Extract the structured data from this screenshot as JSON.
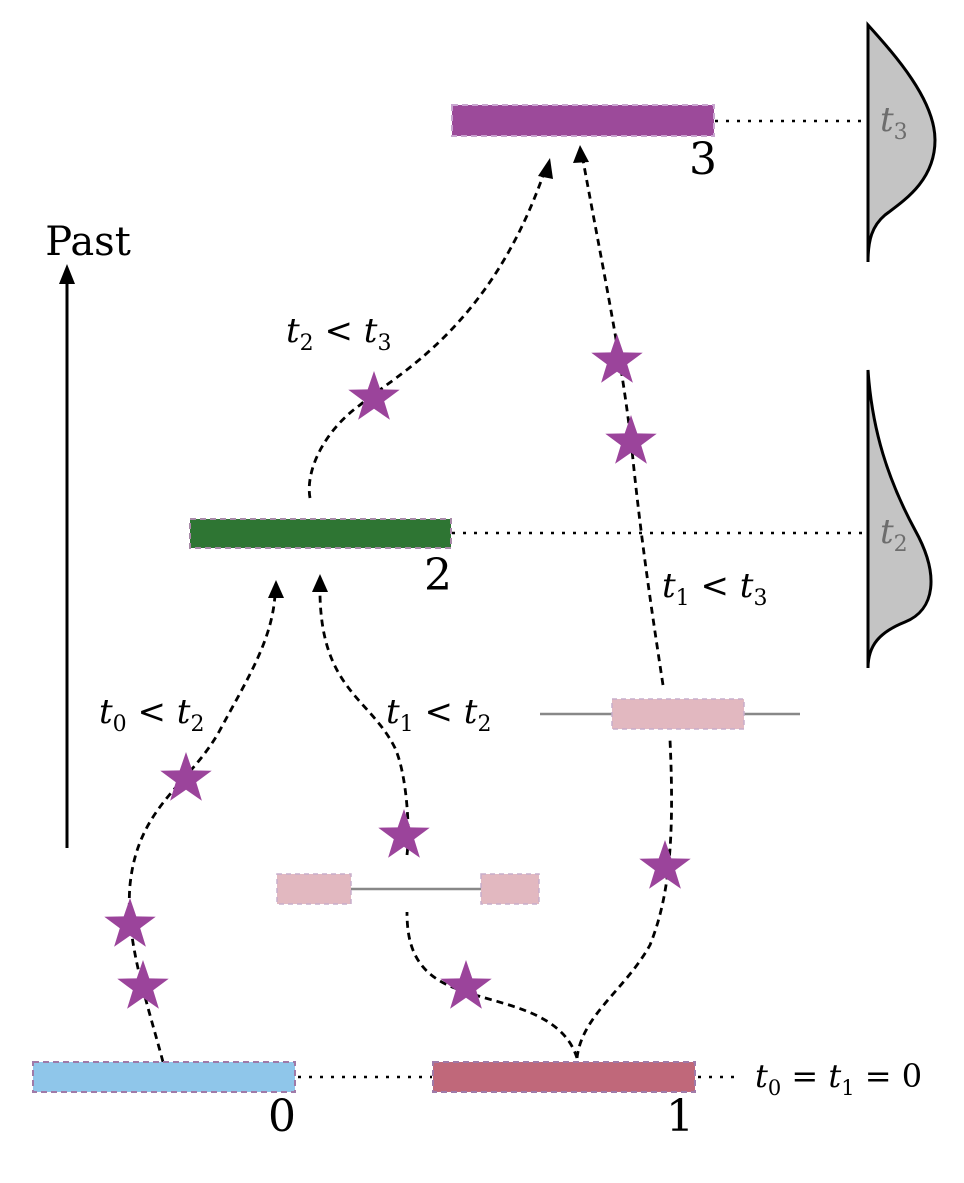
{
  "axis": {
    "label": "Past"
  },
  "colors": {
    "node_0": "#8fc6ea",
    "node_1": "#c0687a",
    "node_2": "#2e7533",
    "node_3": "#9c4a9a",
    "ghost": "#e2b8c0",
    "star": "#9b449b",
    "gaussian_fill": "#c4c4c4",
    "border": "#a07aa8"
  },
  "nodes": {
    "n0": {
      "label": "0"
    },
    "n1": {
      "label": "1"
    },
    "n2": {
      "label": "2"
    },
    "n3": {
      "label": "3"
    }
  },
  "equations": {
    "base": {
      "a": "t",
      "a_sub": "0",
      "b": "t",
      "b_sub": "1",
      "tail": " = 0"
    },
    "t0_lt_t2": {
      "a": "t",
      "a_sub": "0",
      "op": " < ",
      "b": "t",
      "b_sub": "2"
    },
    "t1_lt_t2": {
      "a": "t",
      "a_sub": "1",
      "op": " < ",
      "b": "t",
      "b_sub": "2"
    },
    "t1_lt_t3": {
      "a": "t",
      "a_sub": "1",
      "op": " < ",
      "b": "t",
      "b_sub": "3"
    },
    "t2_lt_t3": {
      "a": "t",
      "a_sub": "2",
      "op": " < ",
      "b": "t",
      "b_sub": "3"
    }
  },
  "distributions": {
    "t2": {
      "var": "t",
      "sub": "2"
    },
    "t3": {
      "var": "t",
      "sub": "3"
    }
  },
  "icons": {
    "mutation": "star-icon",
    "arrow": "arrowhead-icon"
  }
}
